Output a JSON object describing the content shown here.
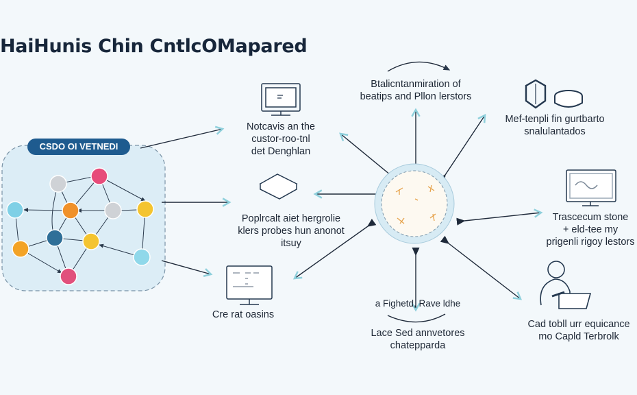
{
  "title": "HaiHunis Chin CntlcOMapared",
  "cluster": {
    "badge": "CSDO OI VETNEDI",
    "nodes": [
      {
        "color": "#e74c7a"
      },
      {
        "color": "#cfd2d6"
      },
      {
        "color": "#f0912a"
      },
      {
        "color": "#cfd2d6"
      },
      {
        "color": "#f4c430"
      },
      {
        "color": "#7fd0e6"
      },
      {
        "color": "#2f6f98"
      },
      {
        "color": "#f4c430"
      },
      {
        "color": "#f3a326"
      },
      {
        "color": "#8fd8ea"
      },
      {
        "color": "#e1507c"
      }
    ]
  },
  "labels": {
    "monitor_top": [
      "Notcavis an the",
      "custor-roo-tnl",
      "det Denghlan"
    ],
    "laptop_mid": [
      "Poplrcalt aiet hergrolie",
      "klers probes hun anonot",
      "itsuy"
    ],
    "monitor_bottom": [
      "Cre rat oasins"
    ],
    "top_center": [
      "Btalicntanmiration of",
      "beatips and Pllon lerstors"
    ],
    "top_right": [
      "Mef-tenpli fin gurtbarto",
      "snalulantados"
    ],
    "right_mid": [
      "Trascecum stone",
      "+ eld-tee my",
      "prigenli rigoy lestors"
    ],
    "bottom_center_arc": [
      "a Fighetd, Rave ldhe"
    ],
    "bottom_center": [
      "Lace Sed annvetores",
      "chatepparda"
    ],
    "bottom_right": [
      "Cad tobll urr equicance",
      "mo Capld Terbrolk"
    ]
  },
  "colors": {
    "accent": "#1e5b8f",
    "arrow": "#1f2a3a",
    "arrowhead": "#8fd0dc",
    "cluster_bg": "#dcedf6"
  }
}
